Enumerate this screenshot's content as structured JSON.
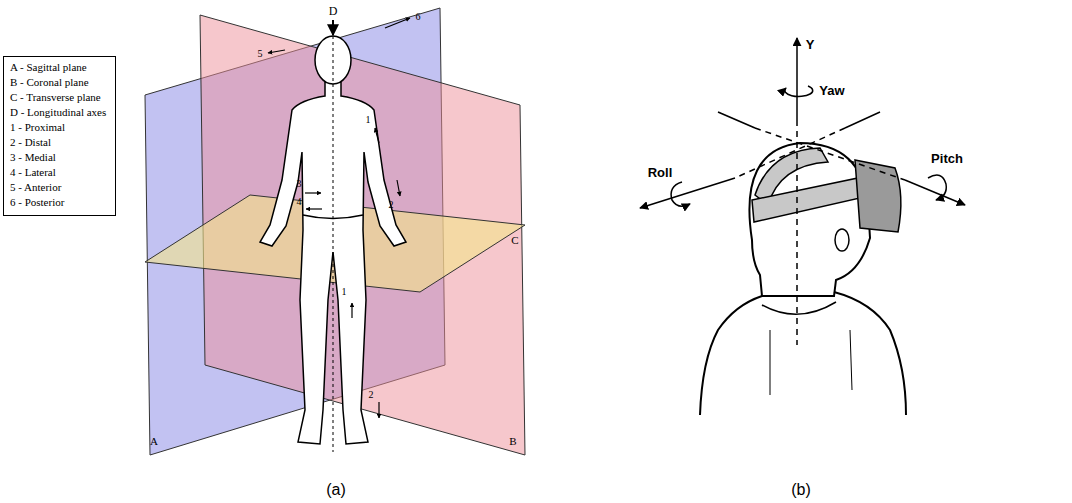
{
  "diagram": {
    "nodes": [
      {
        "text": [
          "A - Sagittal plane",
          "B - Coronal plane",
          "C - Transverse plane",
          "D - Longitudinal axes",
          "1 - Proximal",
          "2 - Distal",
          "3 - Medial",
          "4 - Lateral",
          "5 - Anterior",
          "6 - Posterior"
        ]
      }
    ],
    "labels": [
      "D",
      "5",
      "6",
      "1",
      "2",
      "3",
      "4",
      "1",
      "2",
      "A",
      "B",
      "C",
      "Y",
      "Yaw",
      "Roll",
      "Pitch",
      "(a)",
      "(b)"
    ]
  }
}
